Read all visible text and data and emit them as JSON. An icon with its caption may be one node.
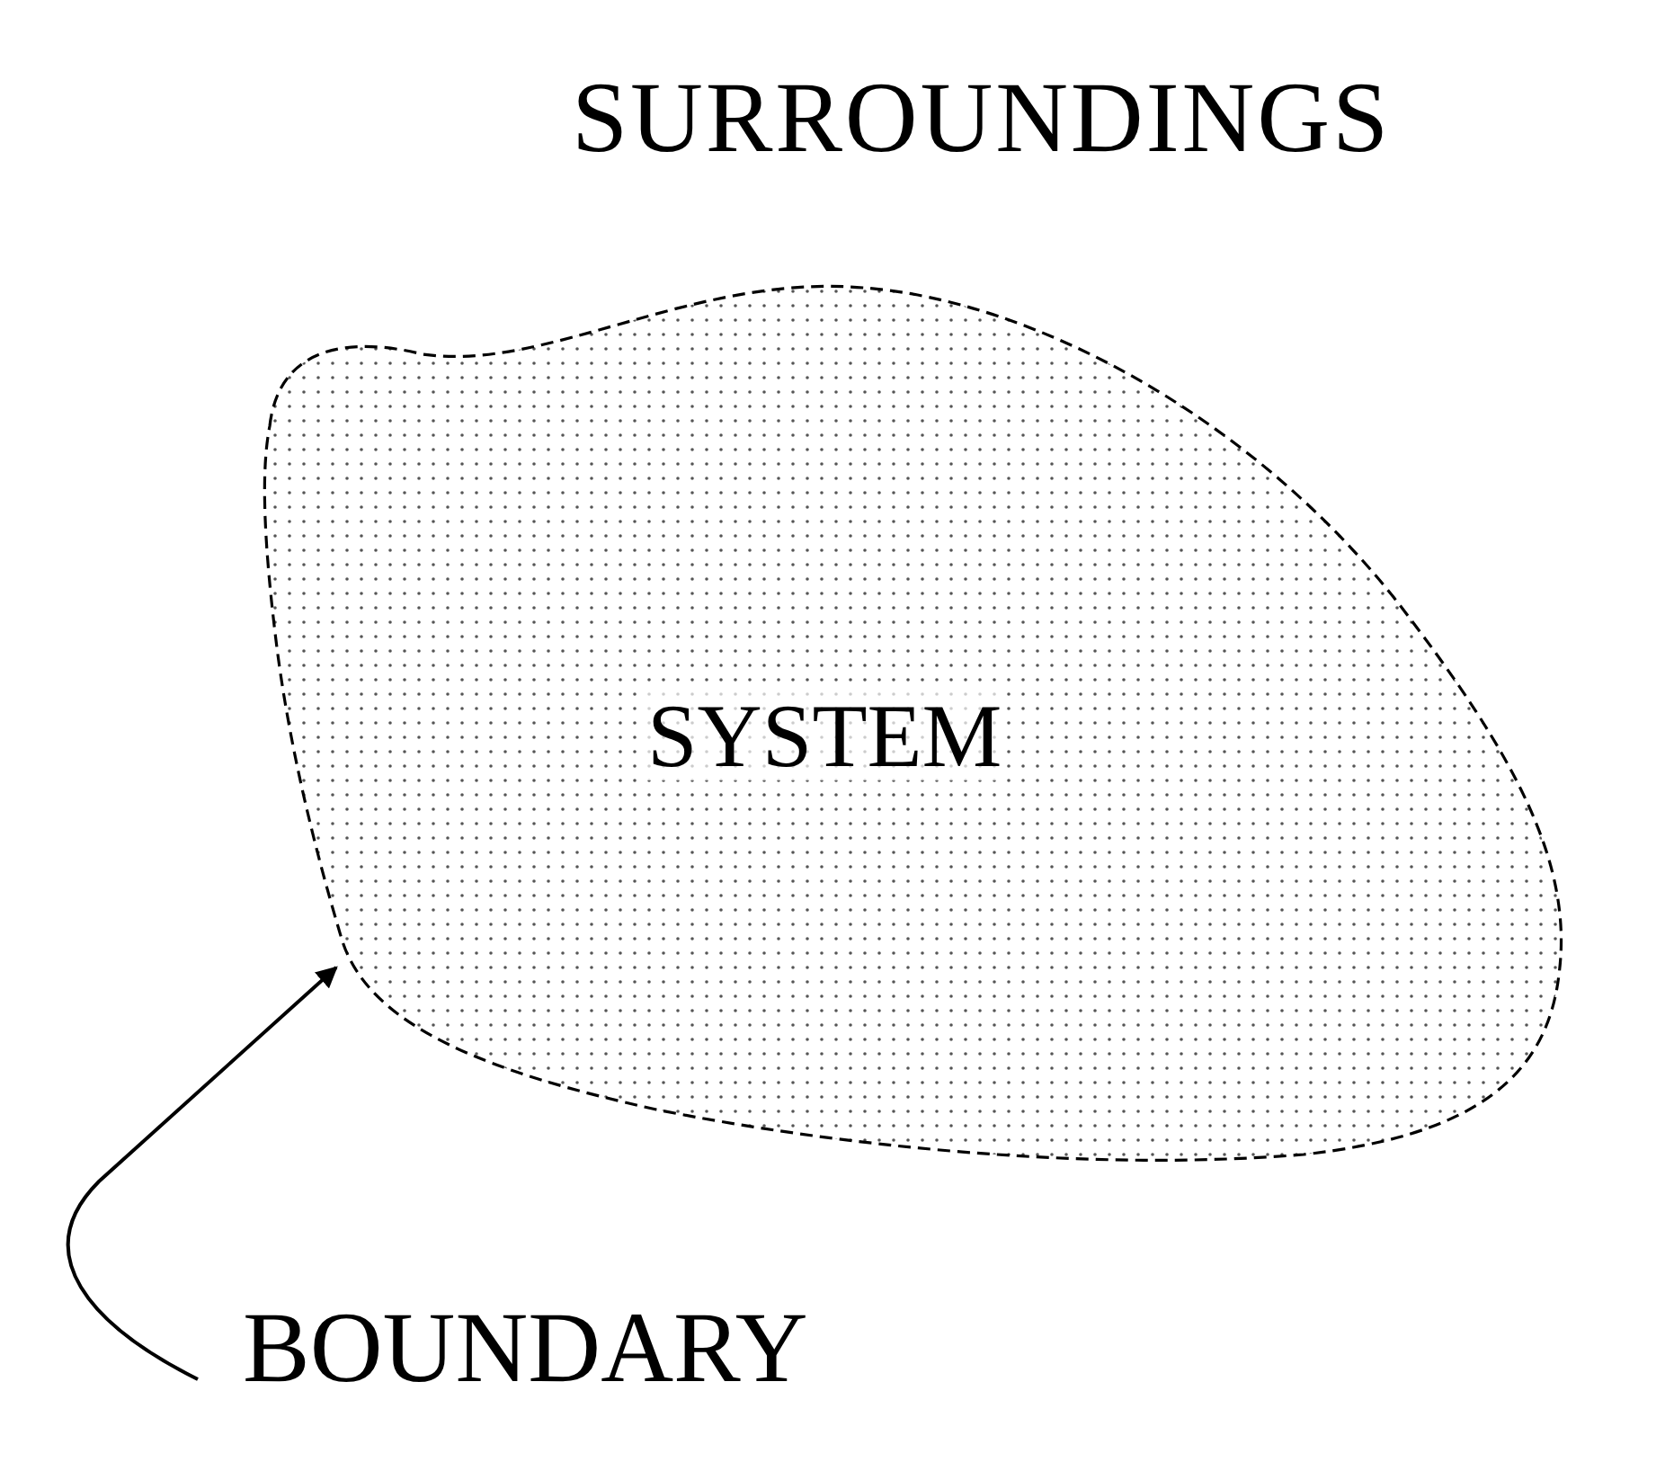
{
  "diagram": {
    "nodes": [
      {
        "text": [
          "SYSTEM"
        ]
      },
      {
        "text": [
          "BOUNDARY"
        ]
      }
    ],
    "edges": [
      {
        "from": 1,
        "to": 0,
        "arrow": "to"
      }
    ],
    "labels": [
      "SURROUNDINGS"
    ]
  }
}
